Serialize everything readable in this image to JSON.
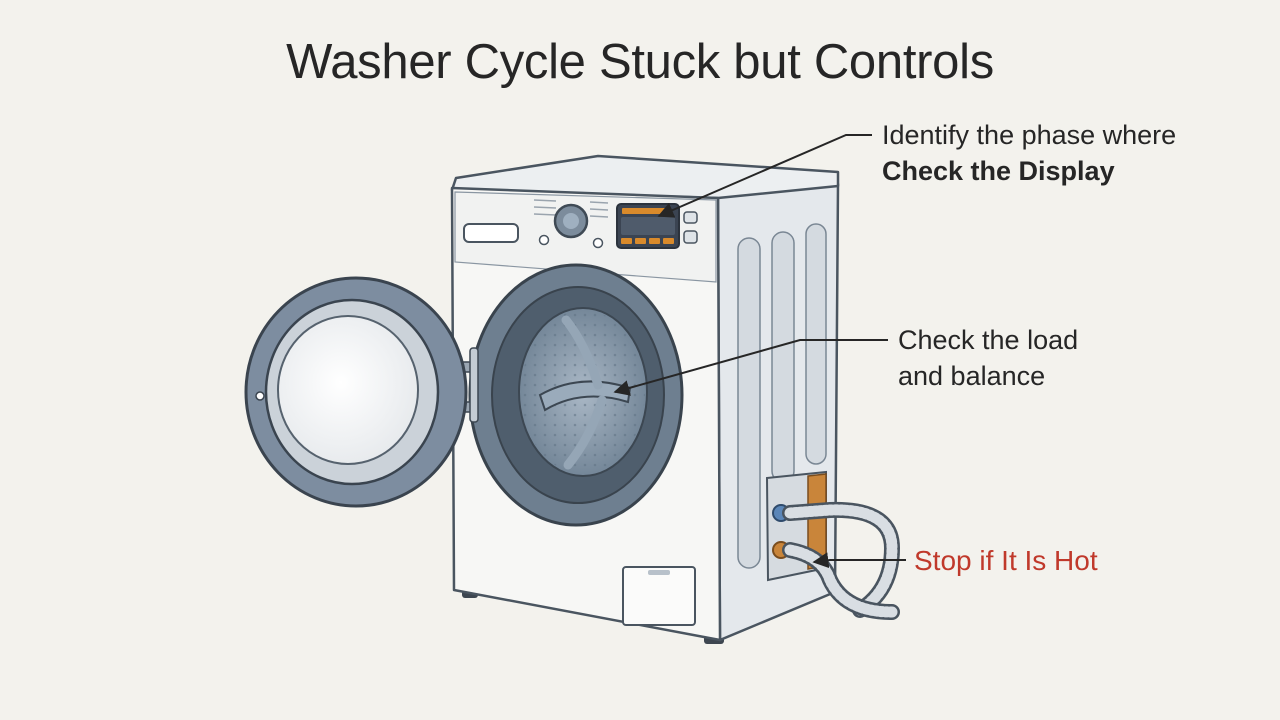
{
  "title": "Washer Cycle Stuck but Controls",
  "callouts": {
    "display": {
      "line1": "Identify the phase where",
      "line2": "Check the Display"
    },
    "load": {
      "line1": "Check the load",
      "line2": "and balance"
    },
    "hot": {
      "text": "Stop if It Is Hot"
    }
  },
  "colors": {
    "background": "#f3f2ed",
    "text": "#262626",
    "warning": "#c0392b",
    "body": "#f6f6f4",
    "outline": "#4a5560",
    "gasket": "#6e7f90",
    "drum": "#8597a8",
    "display_orange": "#d98a2b",
    "copper": "#c9853a"
  }
}
